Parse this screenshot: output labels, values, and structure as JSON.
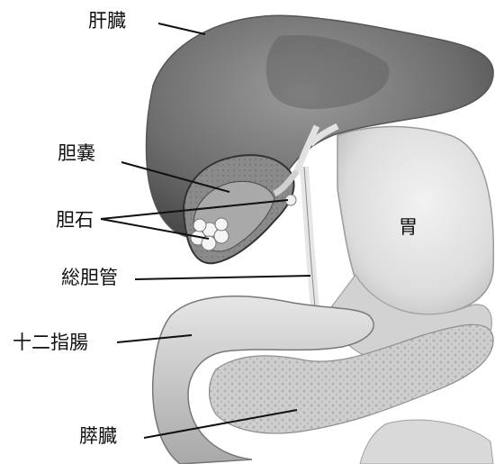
{
  "diagram": {
    "labels": {
      "liver": "肝臓",
      "gallbladder": "胆嚢",
      "gallstones": "胆石",
      "common_bile_duct": "総胆管",
      "duodenum": "十二指腸",
      "pancreas": "膵臓",
      "stomach": "胃"
    }
  }
}
